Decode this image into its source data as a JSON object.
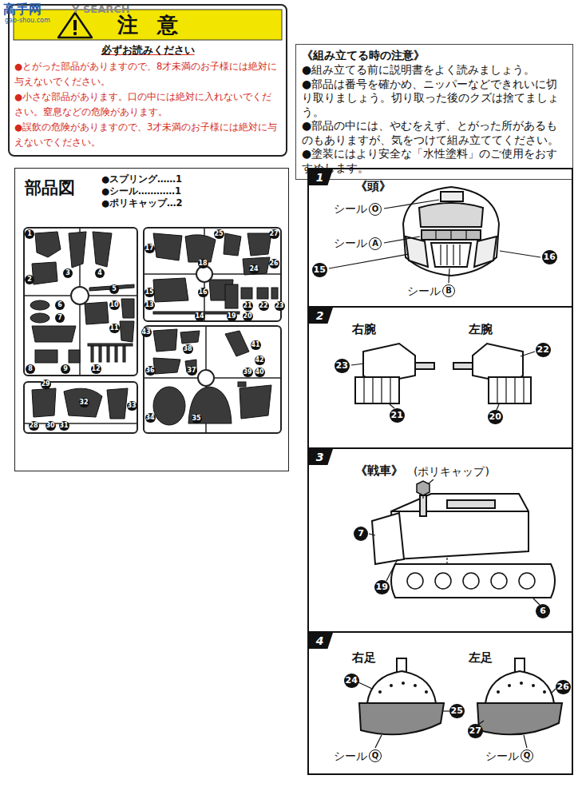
{
  "diagram": {
    "nodes": [
      {
        "text": [
          "注意",
          "必ずお読みください",
          "●とがった部品がありますので、8才未満のお子様には絶対に与えないでください。",
          "●小さな部品があります。口の中には絶対に入れないでください。窒息などの危険があります。",
          "●誤飲の危険がありますので、3才未満のお子様には絶対に与えないでください。"
        ]
      },
      {
        "text": [
          "《組み立てる時の注意》",
          "●組み立てる前に説明書をよく読みましょう。",
          "●部品は番号を確かめ、ニッパーなどできれいに切り取りましょう。切り取った後のクズは捨てましょう。",
          "●部品の中には、やむをえず、とがった所があるものもありますが、気をつけて組み立ててください。",
          "●塗装にはより安全な「水性塗料」のご使用をおすすめします。"
        ]
      },
      {
        "text": [
          "部品図",
          "●スプリング……1",
          "●シール…………1",
          "●ポリキャップ…2"
        ]
      },
      {
        "text": [
          "1",
          "《頭》"
        ]
      },
      {
        "text": [
          "2",
          "右腕",
          "左腕"
        ]
      },
      {
        "text": [
          "3",
          "《戦車》"
        ]
      },
      {
        "text": [
          "4",
          "右足",
          "左足"
        ]
      }
    ],
    "labels": [
      "高手网",
      "gao-shou.com",
      "Y SEARCH",
      "1",
      "2",
      "3",
      "4",
      "5",
      "6",
      "7",
      "8",
      "9",
      "10",
      "11",
      "12",
      "13",
      "14",
      "15",
      "16",
      "17",
      "18",
      "19",
      "20",
      "21",
      "22",
      "23",
      "24",
      "25",
      "26",
      "27",
      "28",
      "29",
      "30",
      "31",
      "32",
      "33",
      "34",
      "35",
      "36",
      "37",
      "38",
      "39",
      "40",
      "41",
      "42",
      "43",
      "シール",
      "O",
      "シール",
      "A",
      "15",
      "シール",
      "B",
      "16",
      "23",
      "21",
      "22",
      "20",
      "(ポリキャップ)",
      "7",
      "19",
      "6",
      "24",
      "25",
      "26",
      "27",
      "シール",
      "Q",
      "シール",
      "Q"
    ]
  }
}
